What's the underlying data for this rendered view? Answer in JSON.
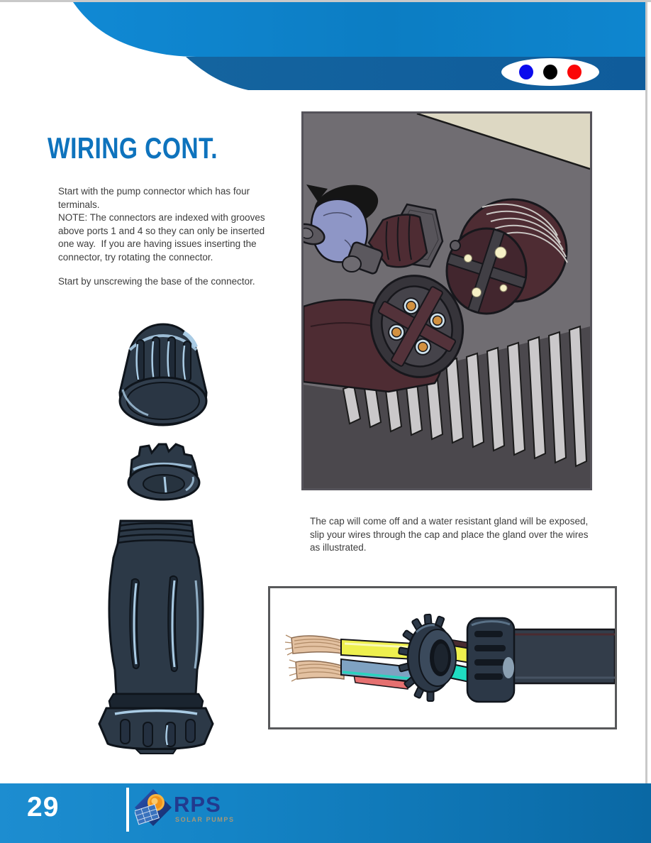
{
  "header": {
    "dot_icons": [
      "blue-dot",
      "black-dot",
      "red-dot"
    ],
    "dot_colors": [
      "#0b0bed",
      "#000000",
      "#fb0607"
    ]
  },
  "content": {
    "title": "WIRING CONT.",
    "intro": "Start with the pump connector which has four\nterminals.\nNOTE: The connectors are indexed with grooves\nabove ports 1 and 4 so they can only be inserted\none way.  If you are having issues inserting the\nconnector, try rotating the connector.",
    "step": "Start by unscrewing the base of the connector.",
    "caption": "The cap will come off and a water resistant gland will be exposed,\nslip your wires through the cap and place the gland over the wires\nas illustrated."
  },
  "footer": {
    "page_number": "29",
    "logo_text": "RPS",
    "logo_subtext": "SOLAR PUMPS"
  },
  "colors": {
    "header_light_blue": "#0f84cc",
    "header_dark_blue": "#125f9e",
    "title_blue": "#0e73bd",
    "footer_gradient_left": "#1d8dd0",
    "footer_gradient_right": "#0a68a4",
    "illustration_bg_gray": "#706d72"
  }
}
